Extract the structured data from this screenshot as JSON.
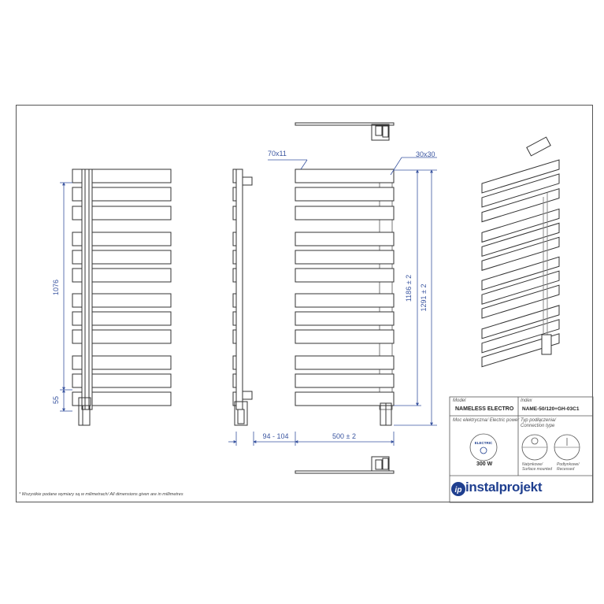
{
  "dimensions": {
    "front_left_height": "1076",
    "front_left_bottom": "55",
    "bar_section": "70x11",
    "pipe_section": "30x30",
    "height_inner": "1186  ± 2",
    "height_total": "1291  ± 2",
    "depth": "94 - 104",
    "width": "500  ± 2"
  },
  "title_block": {
    "model_label": "Model",
    "model_value": "NAMELESS ELECTRO",
    "index_label": "Index",
    "index_value": "NAME-50/120+GH-03C1",
    "power_label_pl": "Moc elektryczna/",
    "power_label_en": "Electric power",
    "power_icon_text": "ELECTRIC",
    "power_value": "300 W",
    "connection_label_pl": "Typ podłączenia/",
    "connection_label_en": "Connection type",
    "surface_pl": "Natynkowe/",
    "surface_en": "Surface mounted",
    "recessed_pl": "Podtynkowe/",
    "recessed_en": "Recessed"
  },
  "footnote_pl": "* Wszystkie podane wymiary są w milimetrach",
  "footnote_en": "/ All dimensions given are in millimetres",
  "brand": "instalprojekt"
}
